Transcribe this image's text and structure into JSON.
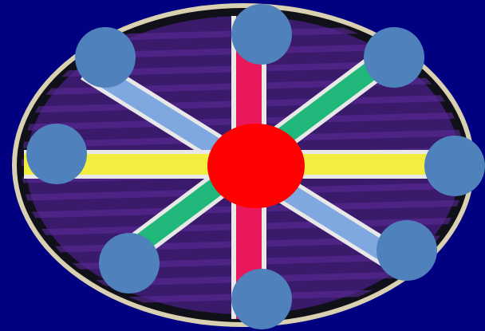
{
  "colors": {
    "background": "#000080",
    "ellipse_outer": "#d8d0b0",
    "ellipse_rim": "#101018",
    "ellipse_fill": "#3a1a6a",
    "ellipse_stripe": "#5a2a9a",
    "center_node": "#ff0000",
    "outer_node": "#4f81bd",
    "spoke_vertical": "#e8185a",
    "spoke_horizontal": "#f2ee40",
    "spoke_diagonal_a": "#1fb87a",
    "spoke_diagonal_b": "#7fa8e0",
    "spoke_edge": "#e8e8e8"
  },
  "diagram": {
    "type": "hub-and-spoke",
    "center_node": {
      "name": "center-node"
    },
    "outer_nodes": [
      {
        "name": "outer-node-top"
      },
      {
        "name": "outer-node-top-left"
      },
      {
        "name": "outer-node-top-right"
      },
      {
        "name": "outer-node-left"
      },
      {
        "name": "outer-node-right"
      },
      {
        "name": "outer-node-bottom-left"
      },
      {
        "name": "outer-node-bottom-right"
      },
      {
        "name": "outer-node-bottom"
      }
    ],
    "spokes": [
      {
        "name": "spoke-vertical",
        "color_key": "spoke_vertical"
      },
      {
        "name": "spoke-horizontal",
        "color_key": "spoke_horizontal"
      },
      {
        "name": "spoke-diagonal-rising",
        "color_key": "spoke_diagonal_a"
      },
      {
        "name": "spoke-diagonal-falling",
        "color_key": "spoke_diagonal_b"
      }
    ]
  }
}
